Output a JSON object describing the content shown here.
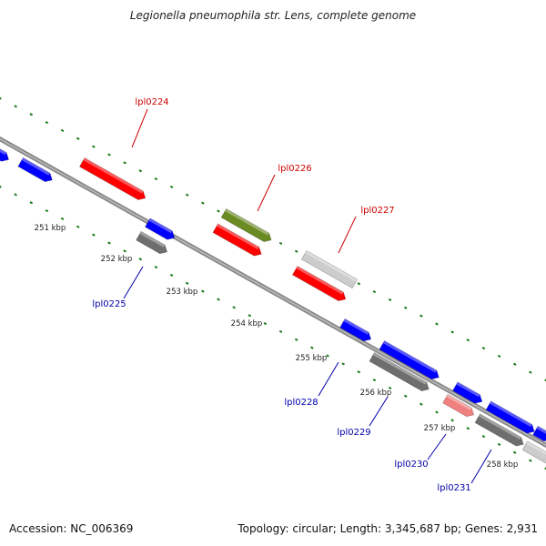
{
  "title": "Legionella pneumophila str. Lens, complete genome",
  "footer": {
    "accession": "Accession: NC_006369",
    "topology": "Topology: circular; Length: 3,345,687 bp; Genes: 2,931"
  },
  "colors": {
    "forward_gene": "#ff0000",
    "reverse_gene": "#0000ff",
    "forward_label": "#cc0000",
    "reverse_label": "#0000aa",
    "tick": "#1a7a1a",
    "backbone": "#888888",
    "green_feature": "#6a8a22",
    "gray_feature": "#6e6e6e",
    "light_gray_feature": "#cccccc",
    "pink_feature": "#f08080"
  },
  "tick_labels": [
    "251 kbp",
    "252 kbp",
    "253 kbp",
    "254 kbp",
    "255 kbp",
    "256 kbp",
    "257 kbp",
    "258 kbp"
  ],
  "gene_labels": {
    "forward": [
      "lpl0224",
      "lpl0226",
      "lpl0227"
    ],
    "reverse": [
      "lpl0225",
      "lpl0228",
      "lpl0229",
      "lpl0230",
      "lpl0231"
    ]
  }
}
